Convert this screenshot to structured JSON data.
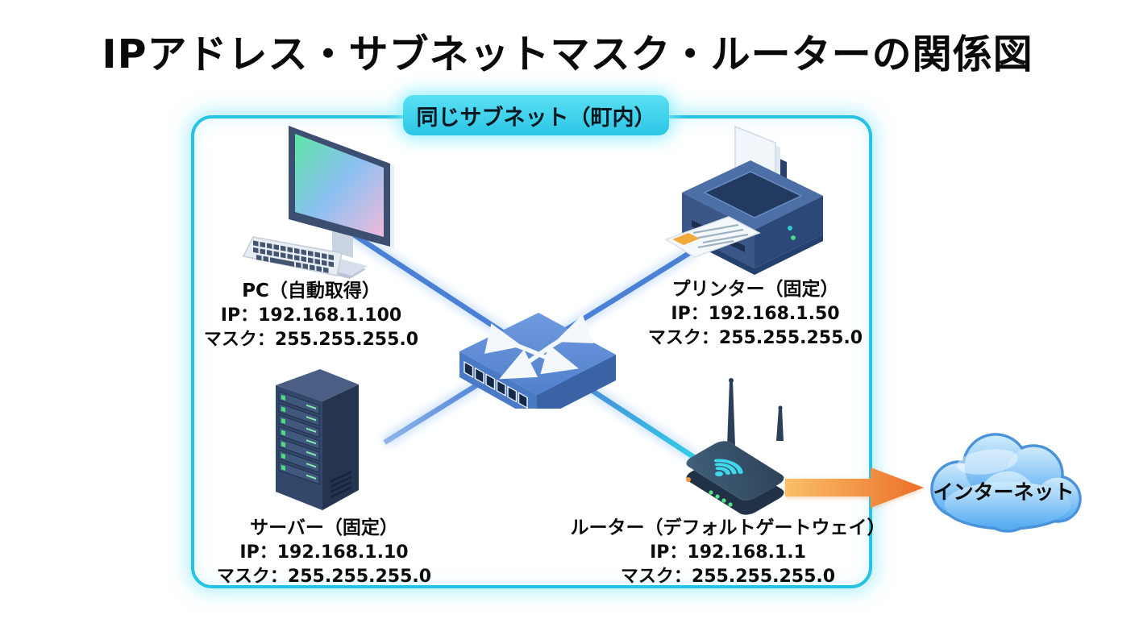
{
  "title": "IPアドレス・サブネットマスク・ルーターの関係図",
  "subnet": {
    "label": "同じサブネット（町内）"
  },
  "devices": {
    "pc": {
      "name": "PC（自動取得）",
      "ip": "IP：192.168.1.100",
      "mask": "マスク：255.255.255.0"
    },
    "printer": {
      "name": "プリンター（固定）",
      "ip": "IP：192.168.1.50",
      "mask": "マスク：255.255.255.0"
    },
    "server": {
      "name": "サーバー（固定）",
      "ip": "IP：192.168.1.10",
      "mask": "マスク：255.255.255.0"
    },
    "router": {
      "name": "ルーター（デフォルトゲートウェイ）",
      "ip": "IP：192.168.1.1",
      "mask": "マスク：255.255.255.0"
    }
  },
  "internet": {
    "label": "インターネット"
  },
  "icons": {
    "hub": "switch-icon",
    "pc": "desktop-pc-icon",
    "printer": "printer-icon",
    "server": "server-tower-icon",
    "router": "wifi-router-icon",
    "cloud": "cloud-icon"
  },
  "colors": {
    "subnet_border": "#25c3e4",
    "badge_bg": "#3bd2ec",
    "wire_blue": "#4a80d6",
    "wire_cyan": "#32cde8",
    "arrow_orange": "#ee7a2e",
    "cloud_blue": "#55abf2",
    "led_green": "#4ce07c",
    "led_orange": "#f09a38"
  }
}
